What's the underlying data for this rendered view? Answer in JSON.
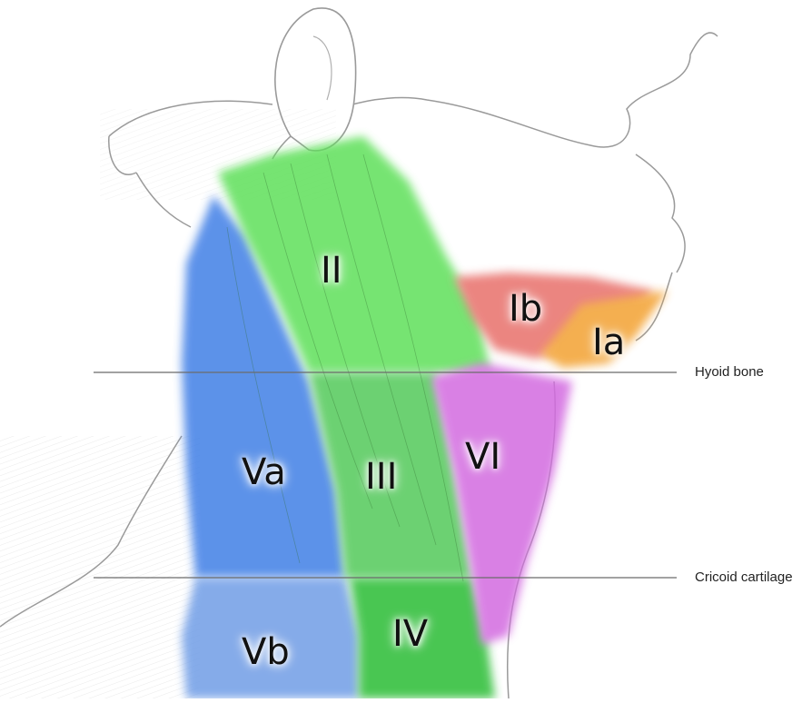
{
  "diagram": {
    "levels": [
      {
        "id": "Ia",
        "label": "Ia",
        "color": "#f3a233"
      },
      {
        "id": "Ib",
        "label": "Ib",
        "color": "#e8706b"
      },
      {
        "id": "II",
        "label": "II",
        "color": "#5fe05a"
      },
      {
        "id": "III",
        "label": "III",
        "color": "#52c95a"
      },
      {
        "id": "IV",
        "label": "IV",
        "color": "#2cbd35"
      },
      {
        "id": "Va",
        "label": "Va",
        "color": "#3f7fe6"
      },
      {
        "id": "Vb",
        "label": "Vb",
        "color": "#6f9de6"
      },
      {
        "id": "VI",
        "label": "VI",
        "color": "#d36be0"
      }
    ],
    "reference_lines": [
      {
        "id": "hyoid",
        "label": "Hyoid bone"
      },
      {
        "id": "cricoid",
        "label": "Cricoid cartilage"
      }
    ]
  }
}
